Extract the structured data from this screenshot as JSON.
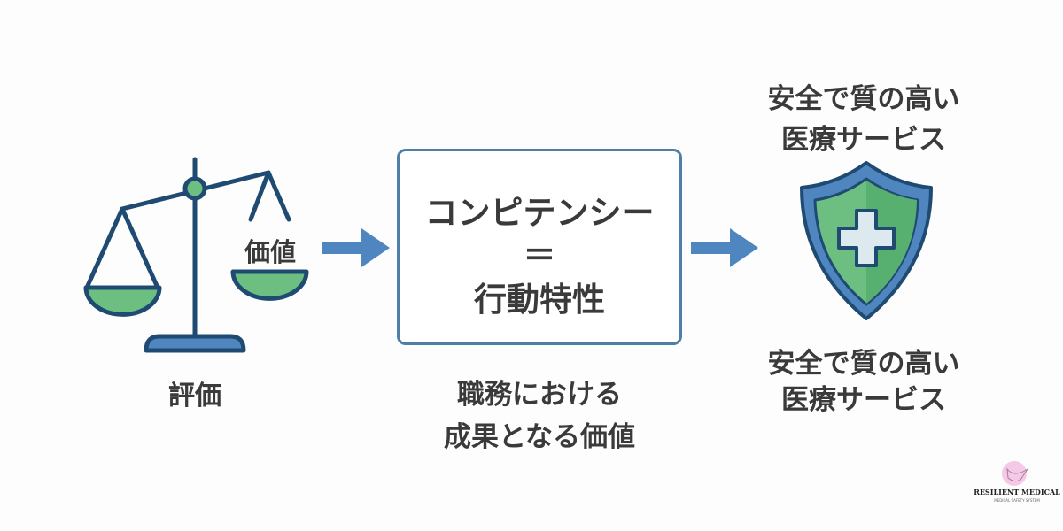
{
  "scale": {
    "pan_label": "価値",
    "caption": "評価"
  },
  "center_box": {
    "line1": "コンピテンシー",
    "line2": "＝",
    "line3": "行動特性"
  },
  "center_caption": {
    "line1": "職務における",
    "line2": "成果となる価値"
  },
  "shield": {
    "top_label": {
      "line1": "安全で質の高い",
      "line2": "医療サービス"
    },
    "bottom_label": {
      "line1": "安全で質の高い",
      "line2": "医療サービス"
    }
  },
  "logo": {
    "name": "RESILIENT MEDICAL",
    "tagline": "MEDICAL SAFETY SYSTEM"
  },
  "colors": {
    "navy": "#1f4a72",
    "blue": "#4f86c0",
    "green": "#6cbf80",
    "text": "#3a3a3a"
  },
  "icons": [
    "balance-scale-icon",
    "arrow-right-icon",
    "shield-cross-icon",
    "dove-logo-icon"
  ]
}
